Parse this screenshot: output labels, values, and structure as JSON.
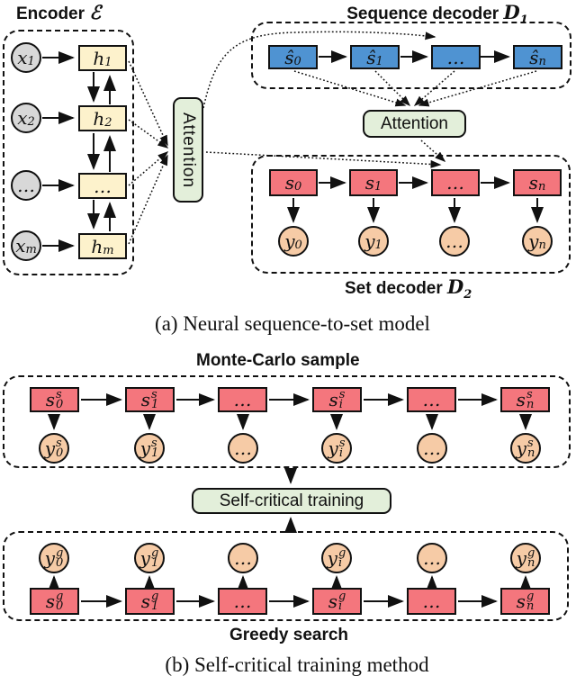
{
  "colors": {
    "gray": "#d8d8d8",
    "yellow": "#fdf2cc",
    "blue": "#4f93d2",
    "red": "#f4767d",
    "peach": "#f6cba6",
    "green": "#e3efda"
  },
  "part_a": {
    "caption": "(a) Neural sequence-to-set model",
    "encoder": {
      "title": "Encoder",
      "symbol": "ℰ",
      "inputs": [
        {
          "base": "x",
          "sub": "1"
        },
        {
          "base": "x",
          "sub": "2"
        },
        {
          "base": "…"
        },
        {
          "base": "x",
          "sub": "m"
        }
      ],
      "hidden": [
        {
          "base": "h",
          "sub": "1"
        },
        {
          "base": "h",
          "sub": "2"
        },
        {
          "base": "…"
        },
        {
          "base": "h",
          "sub": "m"
        }
      ]
    },
    "attention1_label": "Attention",
    "sequence_decoder": {
      "title": "Sequence decoder",
      "symbol": "D",
      "symbol_sub": "1",
      "nodes": [
        {
          "base": "ŝ",
          "sub": "0"
        },
        {
          "base": "ŝ",
          "sub": "1"
        },
        {
          "base": "…"
        },
        {
          "base": "ŝ",
          "sub": "n"
        }
      ]
    },
    "attention2_label": "Attention",
    "set_decoder": {
      "title": "Set decoder",
      "symbol": "D",
      "symbol_sub": "2",
      "states": [
        {
          "base": "s",
          "sub": "0"
        },
        {
          "base": "s",
          "sub": "1"
        },
        {
          "base": "…"
        },
        {
          "base": "s",
          "sub": "n"
        }
      ],
      "outputs": [
        {
          "base": "y",
          "sub": "0"
        },
        {
          "base": "y",
          "sub": "1"
        },
        {
          "base": "…"
        },
        {
          "base": "y",
          "sub": "n"
        }
      ]
    }
  },
  "part_b": {
    "caption": "(b) Self-critical training method",
    "monte_carlo": {
      "title": "Monte-Carlo sample",
      "states": [
        {
          "base": "s",
          "sup": "s",
          "sub": "0"
        },
        {
          "base": "s",
          "sup": "s",
          "sub": "1"
        },
        {
          "base": "…"
        },
        {
          "base": "s",
          "sup": "s",
          "sub": "i"
        },
        {
          "base": "…"
        },
        {
          "base": "s",
          "sup": "s",
          "sub": "n"
        }
      ],
      "outputs": [
        {
          "base": "y",
          "sup": "s",
          "sub": "0"
        },
        {
          "base": "y",
          "sup": "s",
          "sub": "1"
        },
        {
          "base": "…"
        },
        {
          "base": "y",
          "sup": "s",
          "sub": "i"
        },
        {
          "base": "…"
        },
        {
          "base": "y",
          "sup": "s",
          "sub": "n"
        }
      ]
    },
    "critic_label": "Self-critical training",
    "greedy": {
      "title": "Greedy search",
      "states": [
        {
          "base": "s",
          "sup": "g",
          "sub": "0"
        },
        {
          "base": "s",
          "sup": "g",
          "sub": "1"
        },
        {
          "base": "…"
        },
        {
          "base": "s",
          "sup": "g",
          "sub": "i"
        },
        {
          "base": "…"
        },
        {
          "base": "s",
          "sup": "g",
          "sub": "n"
        }
      ],
      "outputs": [
        {
          "base": "y",
          "sup": "g",
          "sub": "0"
        },
        {
          "base": "y",
          "sup": "g",
          "sub": "1"
        },
        {
          "base": "…"
        },
        {
          "base": "y",
          "sup": "g",
          "sub": "i"
        },
        {
          "base": "…"
        },
        {
          "base": "y",
          "sup": "g",
          "sub": "n"
        }
      ]
    }
  }
}
